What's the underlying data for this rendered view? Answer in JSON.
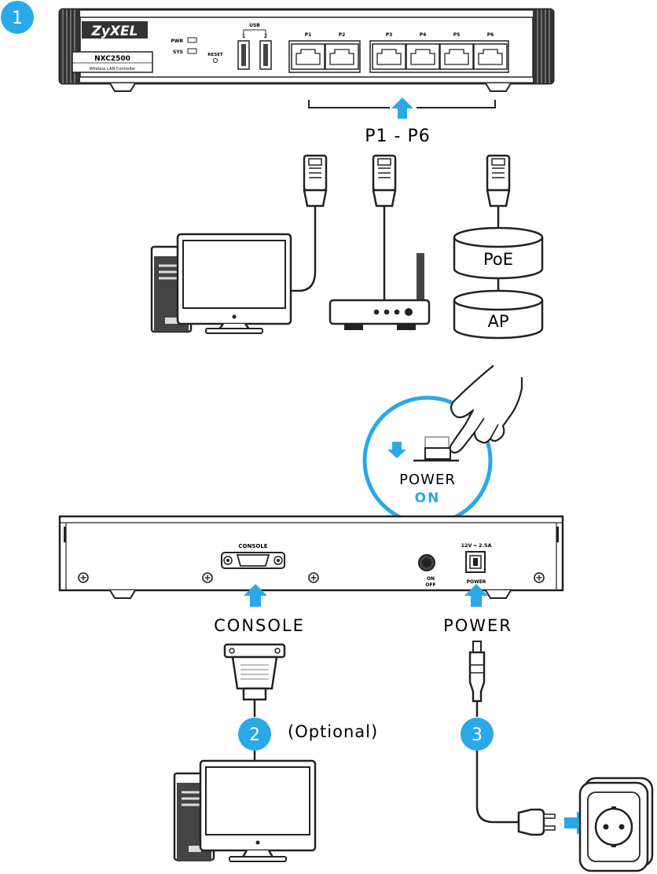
{
  "steps": {
    "one": "1",
    "two": "2",
    "three": "3"
  },
  "front_panel": {
    "brand": "ZyXEL",
    "model": "NXC2500",
    "subtitle": "Wireless LAN Controller",
    "led_pwr": "PWR",
    "led_sys": "SYS",
    "usb": "USB",
    "usb_1": "1",
    "usb_2": "2",
    "reset": "RESET",
    "ports": [
      "P1",
      "P2",
      "P3",
      "P4",
      "P5",
      "P6"
    ]
  },
  "ports_callout": "P1 - P6",
  "devices": {
    "poe": "PoE",
    "ap": "AP"
  },
  "power_zoom": {
    "line1": "POWER",
    "line2": "ON"
  },
  "rear_panel": {
    "console": "CONSOLE",
    "power_rating": "12V ═ 2.5A",
    "switch_on": "ON",
    "switch_off": "OFF",
    "power_port": "POWER"
  },
  "labels": {
    "console": "CONSOLE",
    "power": "POWER",
    "optional": "(Optional)"
  },
  "colors": {
    "accent": "#2aa8e8",
    "line": "#222222",
    "fill": "#ffffff"
  }
}
